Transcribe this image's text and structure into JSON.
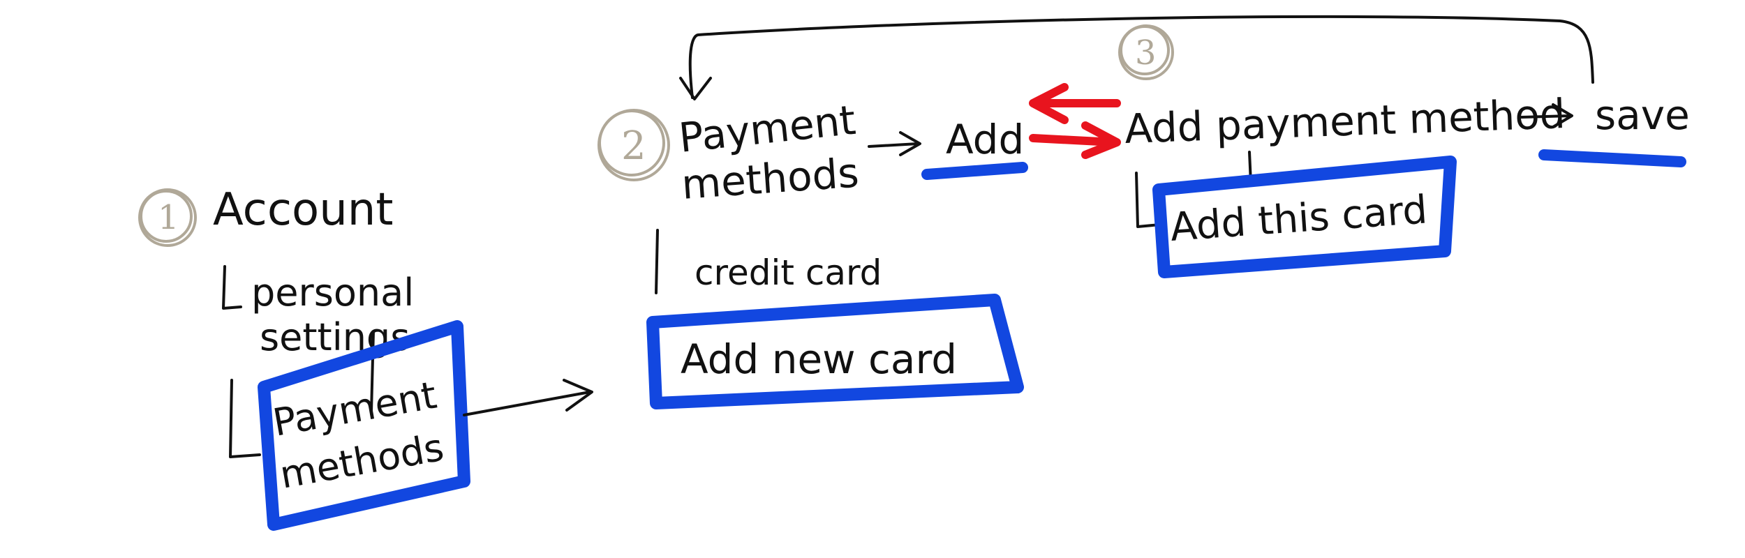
{
  "colors": {
    "ink": "#111111",
    "highlight_blue": "#1247e0",
    "swap_red": "#e8141e",
    "step_marker": "#b0a898"
  },
  "steps": [
    {
      "number": "1",
      "title": "Account",
      "sub_items": [
        "personal",
        "settings"
      ],
      "box_lines": [
        "Payment",
        "methods"
      ]
    },
    {
      "number": "2",
      "title_lines": [
        "Payment",
        "methods"
      ],
      "add_label": "Add",
      "sub_item": "credit card",
      "box_label": "Add new card"
    },
    {
      "number": "3",
      "title": "Add payment method",
      "save_label": "save",
      "box_label": "Add this card"
    }
  ]
}
